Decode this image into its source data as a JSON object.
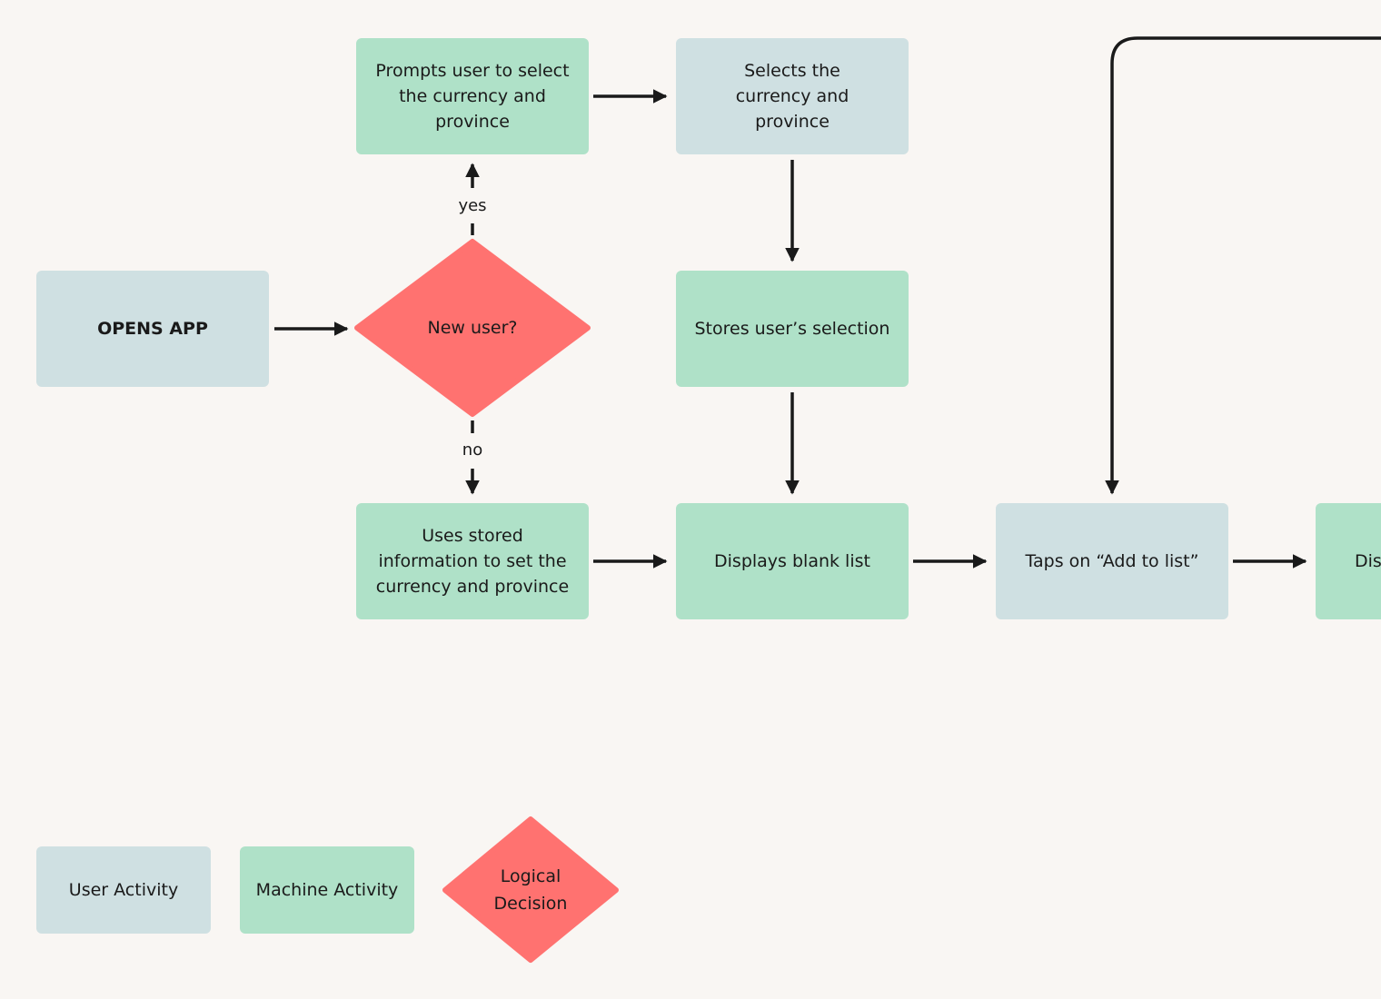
{
  "nodes": {
    "opens_app": "OPENS APP",
    "new_user": "New user?",
    "prompts_user": "Prompts user to select the currency and province",
    "selects_currency": "Selects the currency and province",
    "stores_selection": "Stores user’s selection",
    "uses_stored": "Uses stored information to set the currency and province",
    "displays_blank": "Displays blank list",
    "taps_add": "Taps on “Add to list”",
    "displays_partial": "Dis"
  },
  "edge_labels": {
    "yes": "yes",
    "no": "no"
  },
  "legend": {
    "user": "User Activity",
    "machine": "Machine Activity",
    "decision": "Logical Decision"
  },
  "colors": {
    "user_activity": "#cfe0e2",
    "machine_activity": "#afe1c8",
    "logical_decision": "#ff7270",
    "connector": "#1a1a1a",
    "background": "#f9f6f3"
  }
}
